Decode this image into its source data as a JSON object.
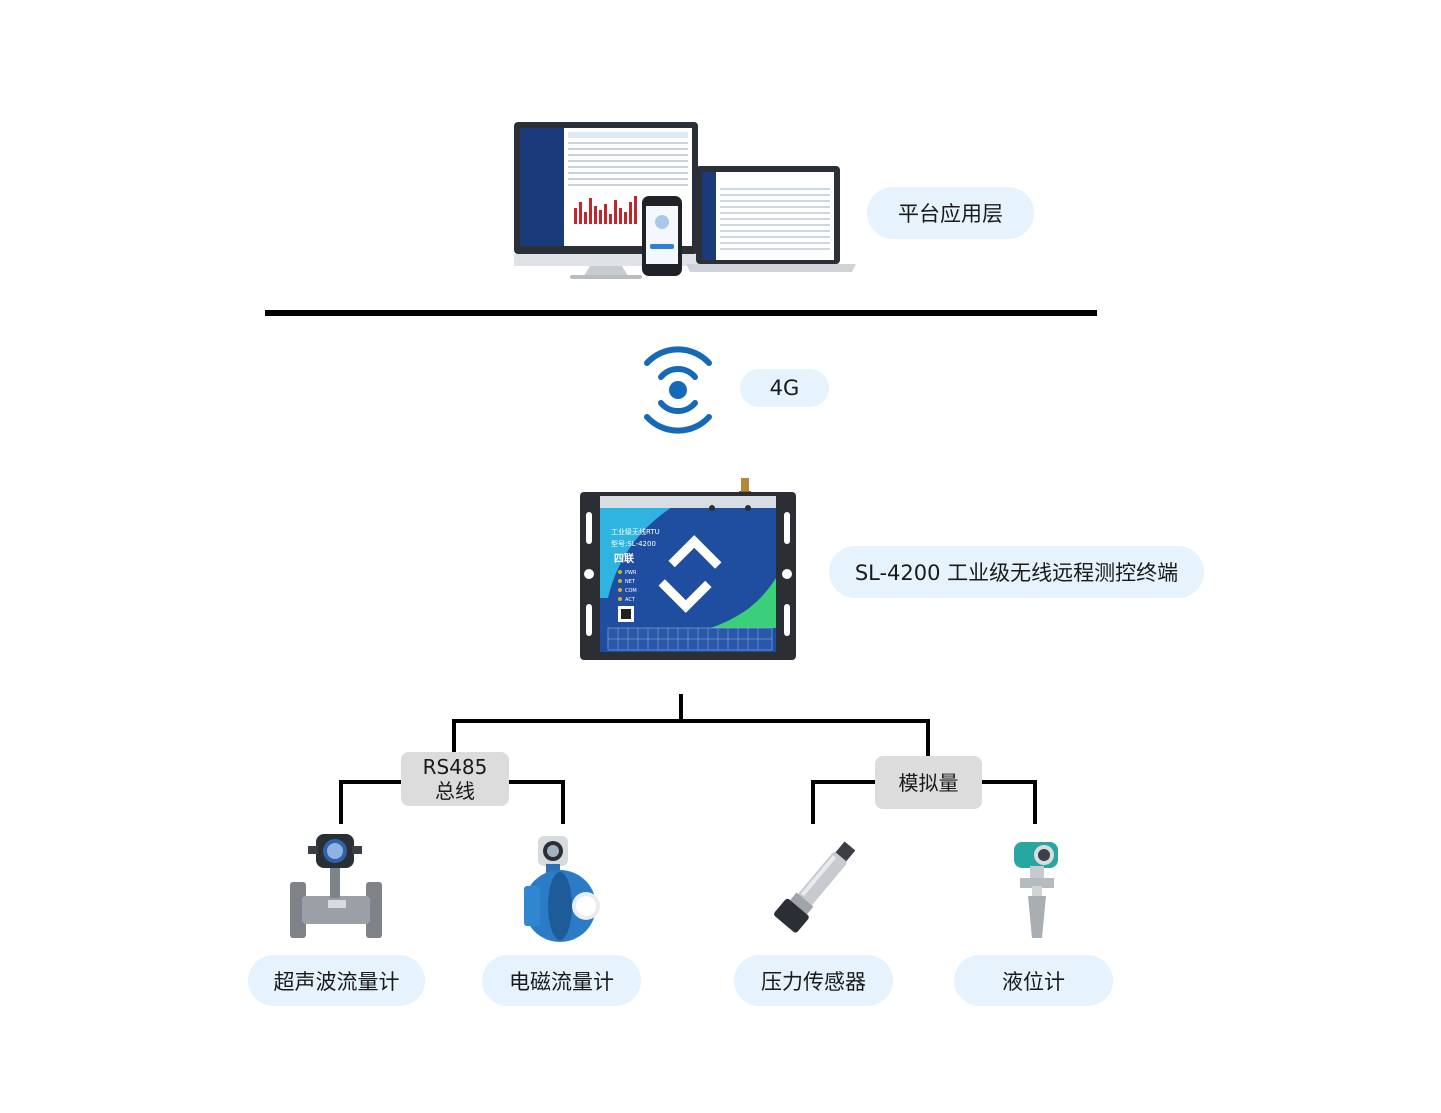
{
  "platform": {
    "label": "平台应用层"
  },
  "network": {
    "label": "4G"
  },
  "rtu": {
    "label": "SL-4200 工业级无线远程测控终端",
    "panel_title": "工业级无线RTU",
    "panel_model": "型号:SL-4200",
    "brand": "四联",
    "leds": [
      "PWR",
      "NET",
      "COM",
      "ACT"
    ]
  },
  "buses": {
    "rs485_line1": "RS485",
    "rs485_line2": "总线",
    "analog": "模拟量"
  },
  "devices": [
    {
      "label": "超声波流量计"
    },
    {
      "label": "电磁流量计"
    },
    {
      "label": "压力传感器"
    },
    {
      "label": "液位计"
    }
  ],
  "colors": {
    "pill_bg": "#e6f3fc",
    "accent_blue": "#1669b8",
    "box_gray": "#dcdcdc"
  }
}
